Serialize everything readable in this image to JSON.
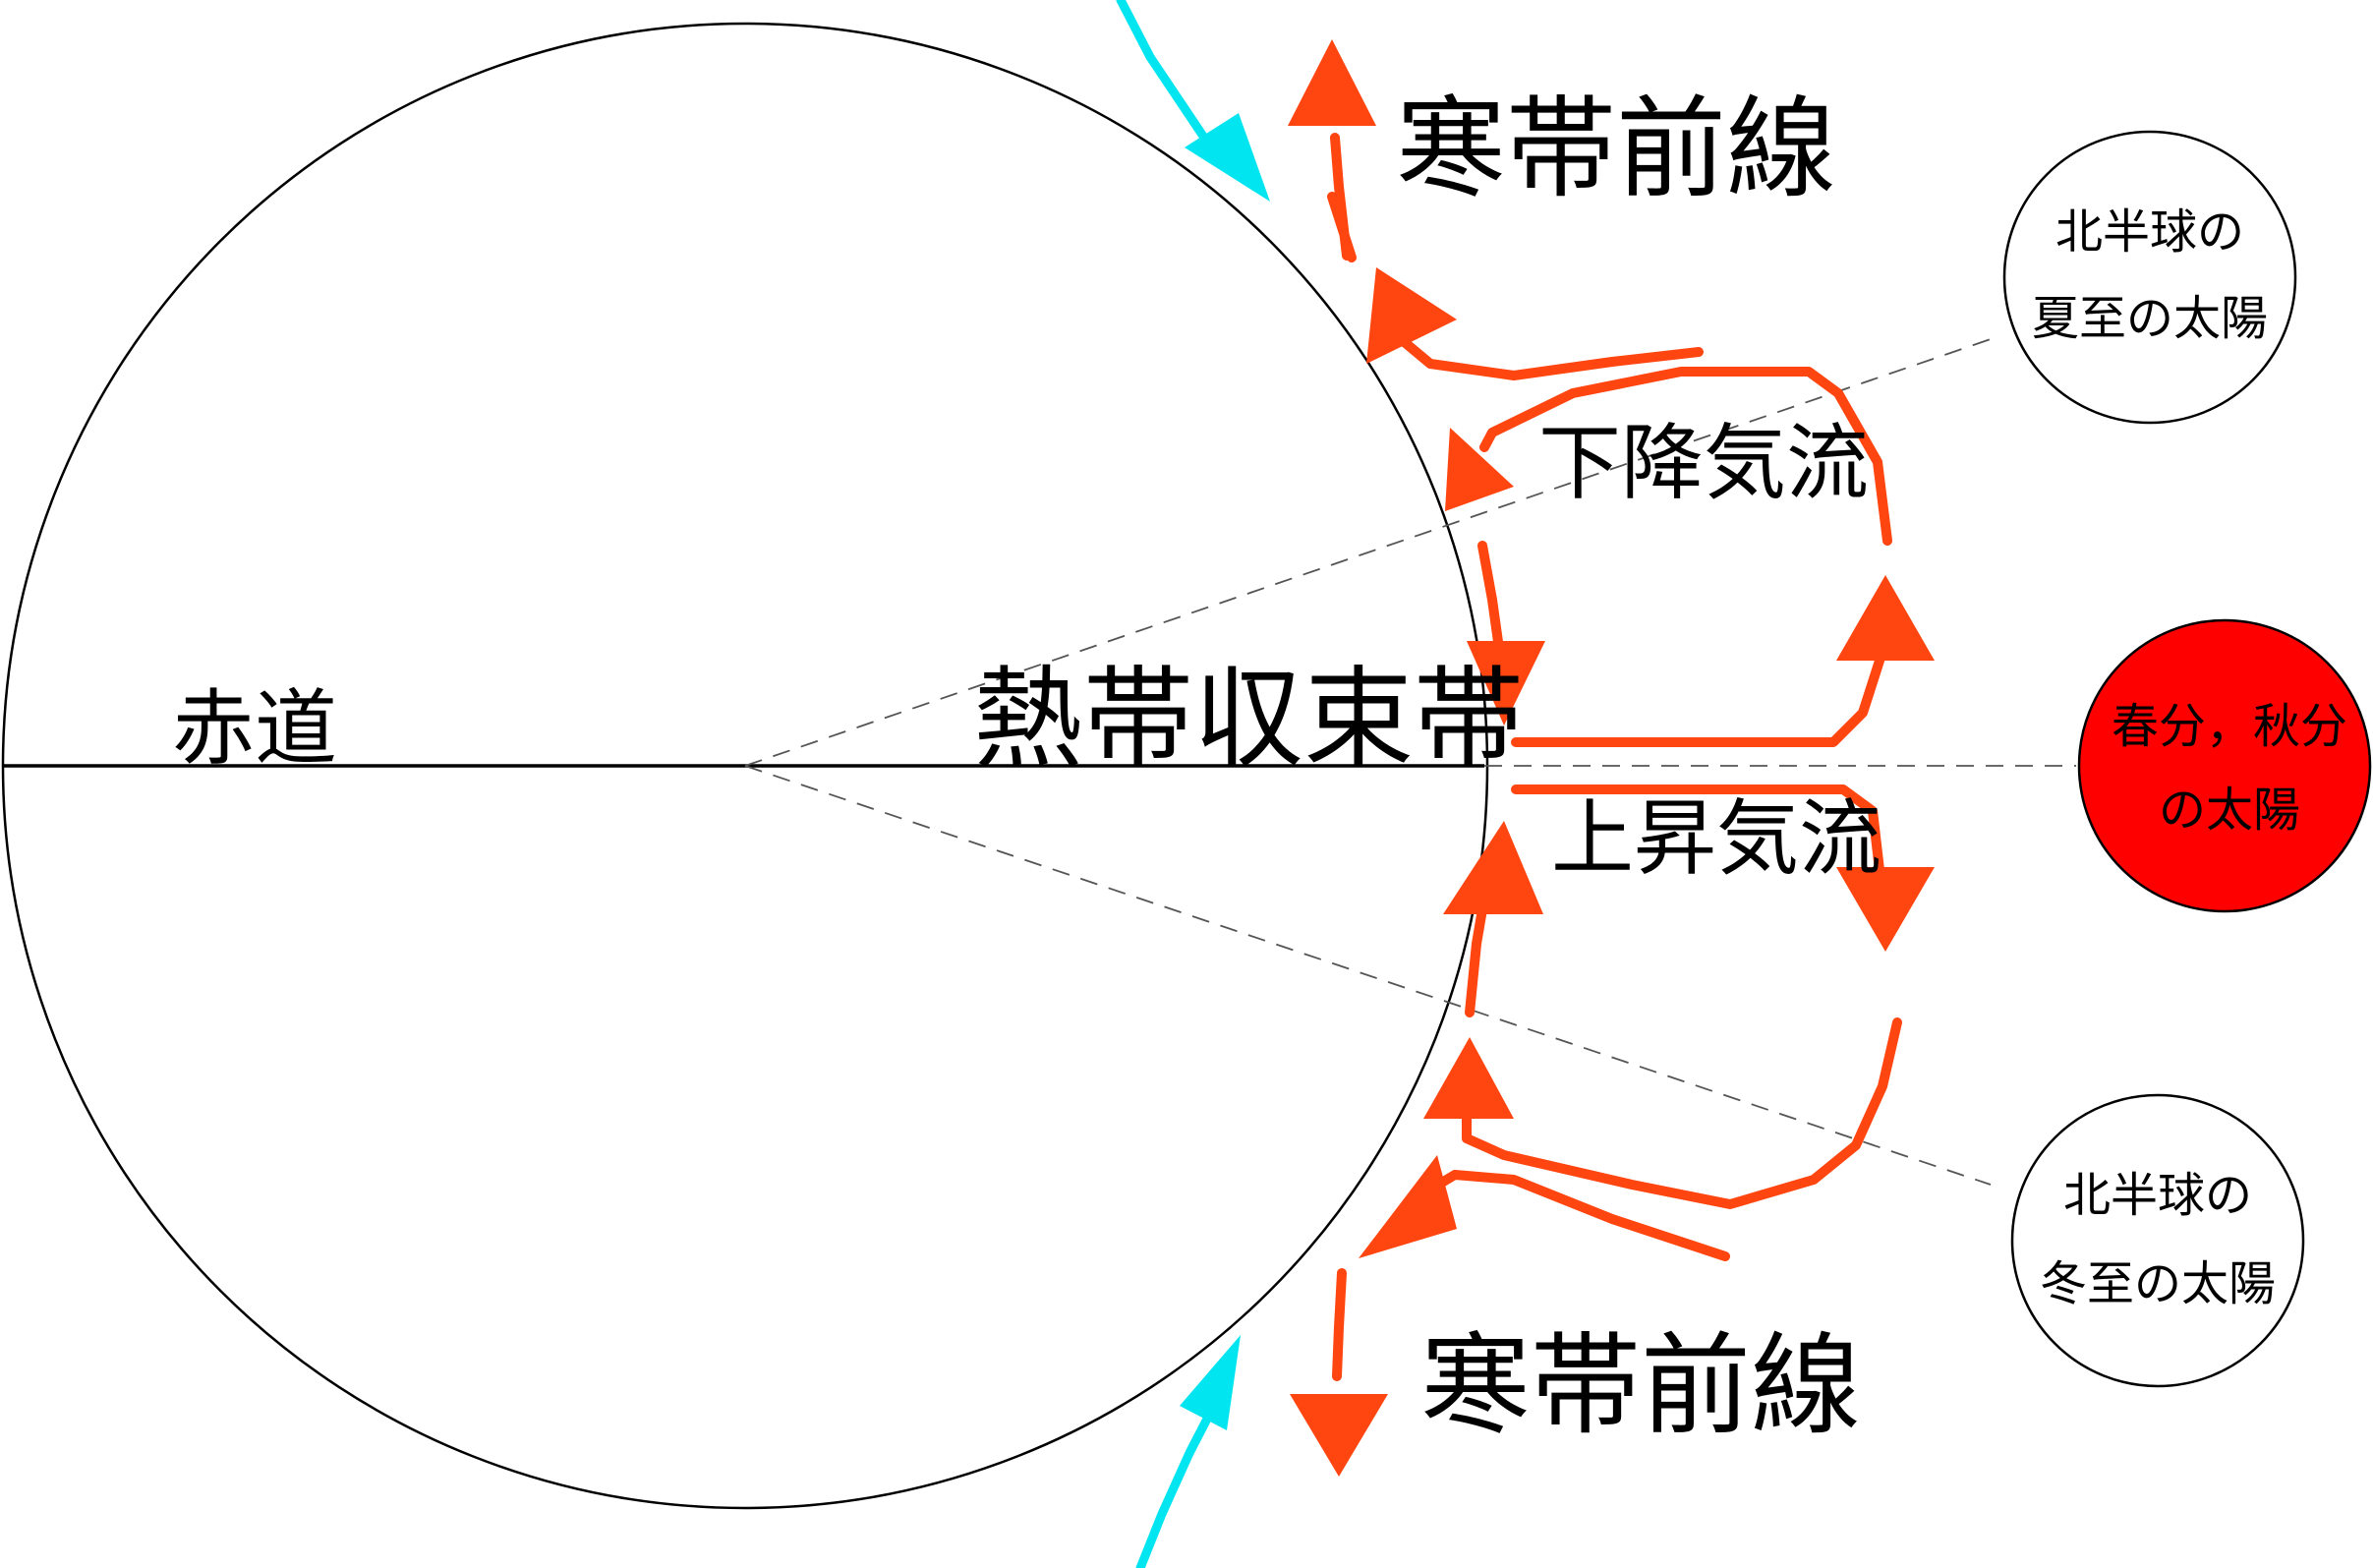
{
  "labels": {
    "equator": "赤道",
    "itcz": "熱帯収束帯",
    "descending_air": "下降気流",
    "ascending_air": "上昇気流",
    "polar_front_north": "寒帯前線",
    "polar_front_south": "寒帯前線"
  },
  "suns": {
    "summer": {
      "line1": "北半球の",
      "line2": "夏至の太陽"
    },
    "equinox": {
      "line1": "春分，秋分",
      "line2": "の太陽"
    },
    "winter": {
      "line1": "北半球の",
      "line2": "冬至の太陽"
    }
  },
  "colors": {
    "circulation_arrow": "#ff4510",
    "cold_air_arrow": "#00e5f0",
    "equinox_sun": "#ff0000",
    "line": "#000000",
    "dashed_line": "#555555",
    "background": "#ffffff"
  }
}
